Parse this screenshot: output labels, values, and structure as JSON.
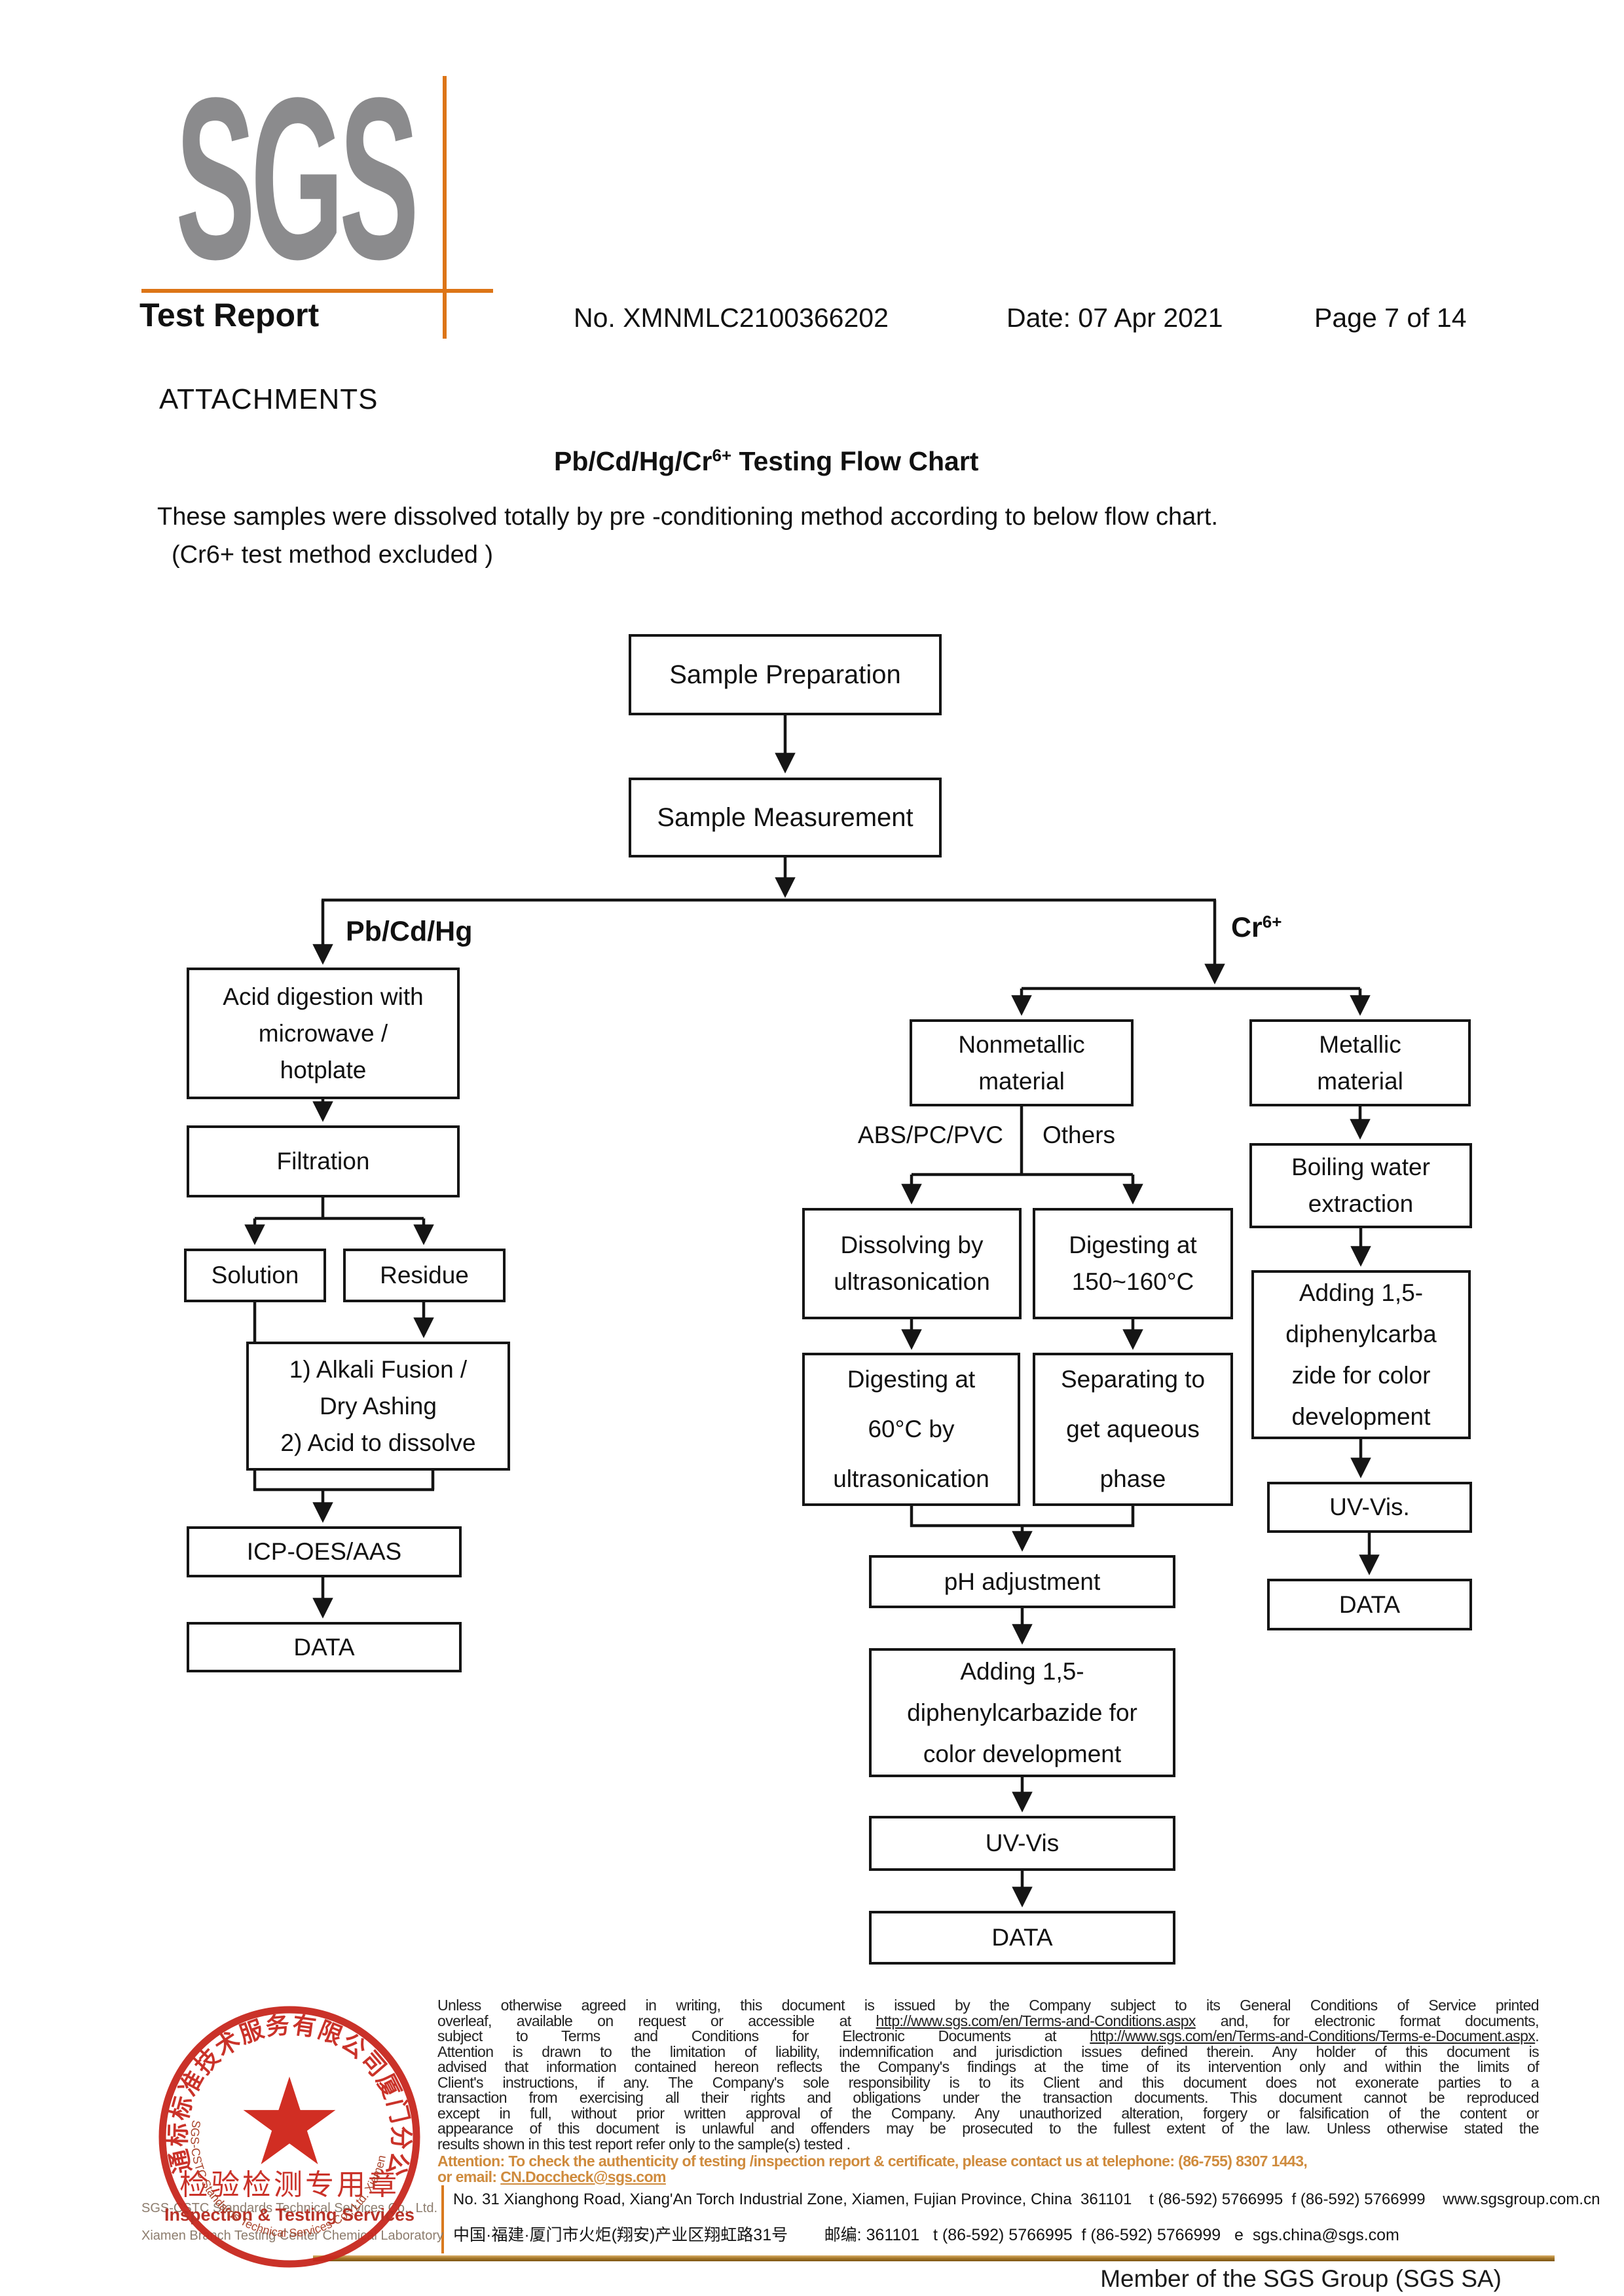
{
  "header": {
    "logo": "SGS",
    "title": "Test Report",
    "report_no": "No. XMNMLC2100366202",
    "date": "Date: 07 Apr 2021",
    "page": "Page 7 of 14",
    "attachments": "ATTACHMENTS"
  },
  "chart_title": {
    "prefix": "Pb/Cd/Hg/Cr",
    "sup": "6+",
    "suffix": " Testing Flow Chart"
  },
  "intro": {
    "line1": "These samples were dissolved totally by pre -conditioning method according to below flow chart.",
    "line2": "(Cr6+ test method excluded )"
  },
  "flow": {
    "branch_left": "Pb/Cd/Hg",
    "branch_right_prefix": "Cr",
    "branch_right_sup": "6+",
    "path_abs": "ABS/PC/PVC",
    "path_others": "Others",
    "nodes": {
      "sample_prep": "Sample Preparation",
      "sample_meas": "Sample Measurement",
      "acid": "Acid digestion with\nmicrowave /\nhotplate",
      "filtration": "Filtration",
      "solution": "Solution",
      "residue": "Residue",
      "alkali": "1) Alkali Fusion /\nDry Ashing\n2) Acid to dissolve",
      "icp": "ICP-OES/AAS",
      "data_left": "DATA",
      "nonmetallic": "Nonmetallic\nmaterial",
      "metallic": "Metallic\nmaterial",
      "dissolving": "Dissolving by\nultrasonication",
      "digest150": "Digesting at\n150~160°C",
      "digest60": "Digesting at\n60°C by\nultrasonication",
      "separating": "Separating to\nget aqueous\nphase",
      "ph": "pH adjustment",
      "adding_mid": "Adding 1,5-\ndiphenylcarbazide for\ncolor development",
      "uvvis_mid": "UV-Vis",
      "data_mid": "DATA",
      "boiling": "Boiling water\nextraction",
      "adding_right": "Adding 1,5-\ndiphenylcarba\nzide for color\ndevelopment",
      "uvvis_right": "UV-Vis.",
      "data_right": "DATA"
    }
  },
  "legal": {
    "l1": "Unless otherwise agreed in writing, this document is issued by the Company subject to its General Conditions of Service printed",
    "l2a": "overleaf, available on request or accessible at ",
    "l2b": "http://www.sgs.com/en/Terms-and-Conditions.aspx",
    "l2c": " and, for electronic format documents,",
    "l3a": "subject to Terms and Conditions for Electronic Documents at ",
    "l3b": "http://www.sgs.com/en/Terms-and-Conditions/Terms-e-Document.aspx",
    "l3c": ".",
    "l4": "Attention is drawn to the limitation of liability, indemnification and jurisdiction issues defined therein. Any holder of this document is",
    "l5": "advised that information contained hereon reflects the Company's findings at the time of its intervention only and within the limits of",
    "l6": "Client's instructions, if any. The Company's sole responsibility is to its Client and this document does not exonerate parties to a",
    "l7": "transaction from exercising all their rights and obligations under the transaction documents. This document cannot be reproduced",
    "l8": "except in full, without prior written approval of the Company. Any unauthorized alteration, forgery or falsification of the content or",
    "l9": "appearance of this document is unlawful and offenders may be prosecuted to the fullest extent of the law. Unless otherwise stated the",
    "l10": "results shown in this test report refer only to the sample(s) tested .",
    "attn1": "Attention: To check the authenticity of testing /inspection report & certificate, please contact us at telephone: (86-755) 8307 1443,",
    "attn2_prefix": "or email: ",
    "attn2_email": "CN.Doccheck@sgs.com"
  },
  "addresses": {
    "en": "No. 31 Xianghong Road, Xiang'An Torch Industrial Zone, Xiamen, Fujian Province, China  361101    t (86-592) 5766995  f (86-592) 5766999    www.sgsgroup.com.cn",
    "cn": "中国·福建·厦门市火炬(翔安)产业区翔虹路31号        邮编: 361101   t (86-592) 5766995  f (86-592) 5766999   e  sgs.china@sgs.com"
  },
  "footer_company": {
    "line1": "SGS-CSTC Standards Technical Services Co., Ltd.",
    "line2": "Xiamen Branch Testing Center Chemical Laboratory"
  },
  "stamp": {
    "arc_top": "通标标准技术服务有限公司厦门分公司",
    "center_cn": "检验检测专用章",
    "center_en": "Inspection & Testing Services",
    "arc_bottom": "SGS-CSTC Standards Technical Services Co., Ltd. Xiamen Branch"
  },
  "member": "Member of the SGS Group (SGS SA)",
  "colors": {
    "accent_orange": "#dd7517",
    "stamp_red": "#c8281e",
    "logo_gray": "#8b8b8d",
    "attention_orange": "#cf8b3d"
  }
}
